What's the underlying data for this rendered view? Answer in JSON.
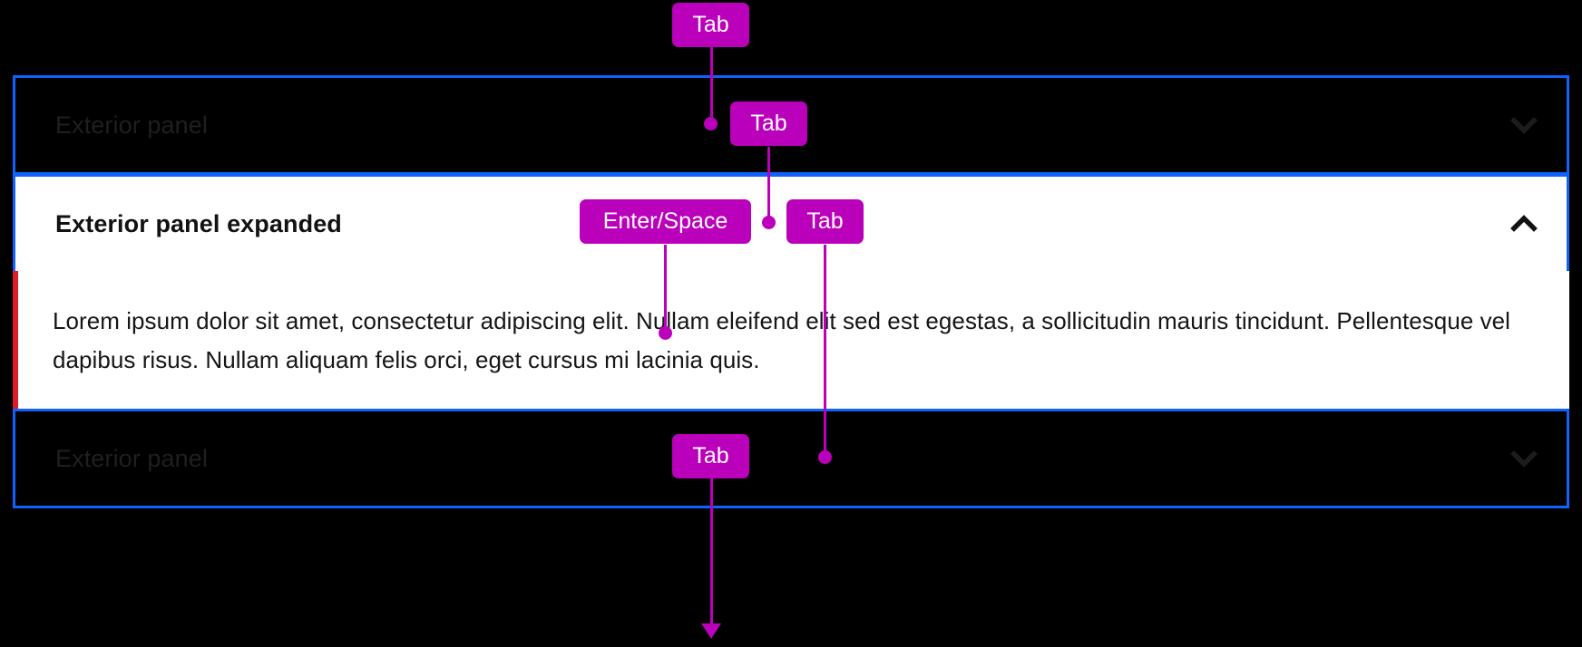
{
  "theme": {
    "background": "#000000",
    "focus_outline": "#0f62fe",
    "badge_color": "#bb00bb",
    "badge_text_color": "#ffffff",
    "accent_red": "#da1e28",
    "panel_open_background": "#ffffff",
    "panel_closed_title_color": "#1f1f1f"
  },
  "panels": [
    {
      "title": "Exterior panel",
      "state": "collapsed",
      "chevron": "chevron-down-icon"
    },
    {
      "title": "Exterior panel expanded",
      "state": "expanded",
      "chevron": "chevron-up-icon",
      "body": "Lorem ipsum dolor sit amet, consectetur adipiscing elit. Nullam eleifend elit sed est egestas, a sollicitudin mauris tincidunt. Pellentesque vel dapibus risus. Nullam aliquam felis orci, eget cursus mi lacinia quis."
    },
    {
      "title": "Exterior panel",
      "state": "collapsed",
      "chevron": "chevron-down-icon"
    }
  ],
  "annotations": {
    "keys": [
      {
        "id": "tab-top",
        "label": "Tab"
      },
      {
        "id": "tab-header-one",
        "label": "Tab"
      },
      {
        "id": "enter-space",
        "label": "Enter/Space"
      },
      {
        "id": "tab-header-two",
        "label": "Tab"
      },
      {
        "id": "tab-bottom-panel",
        "label": "Tab"
      }
    ]
  }
}
